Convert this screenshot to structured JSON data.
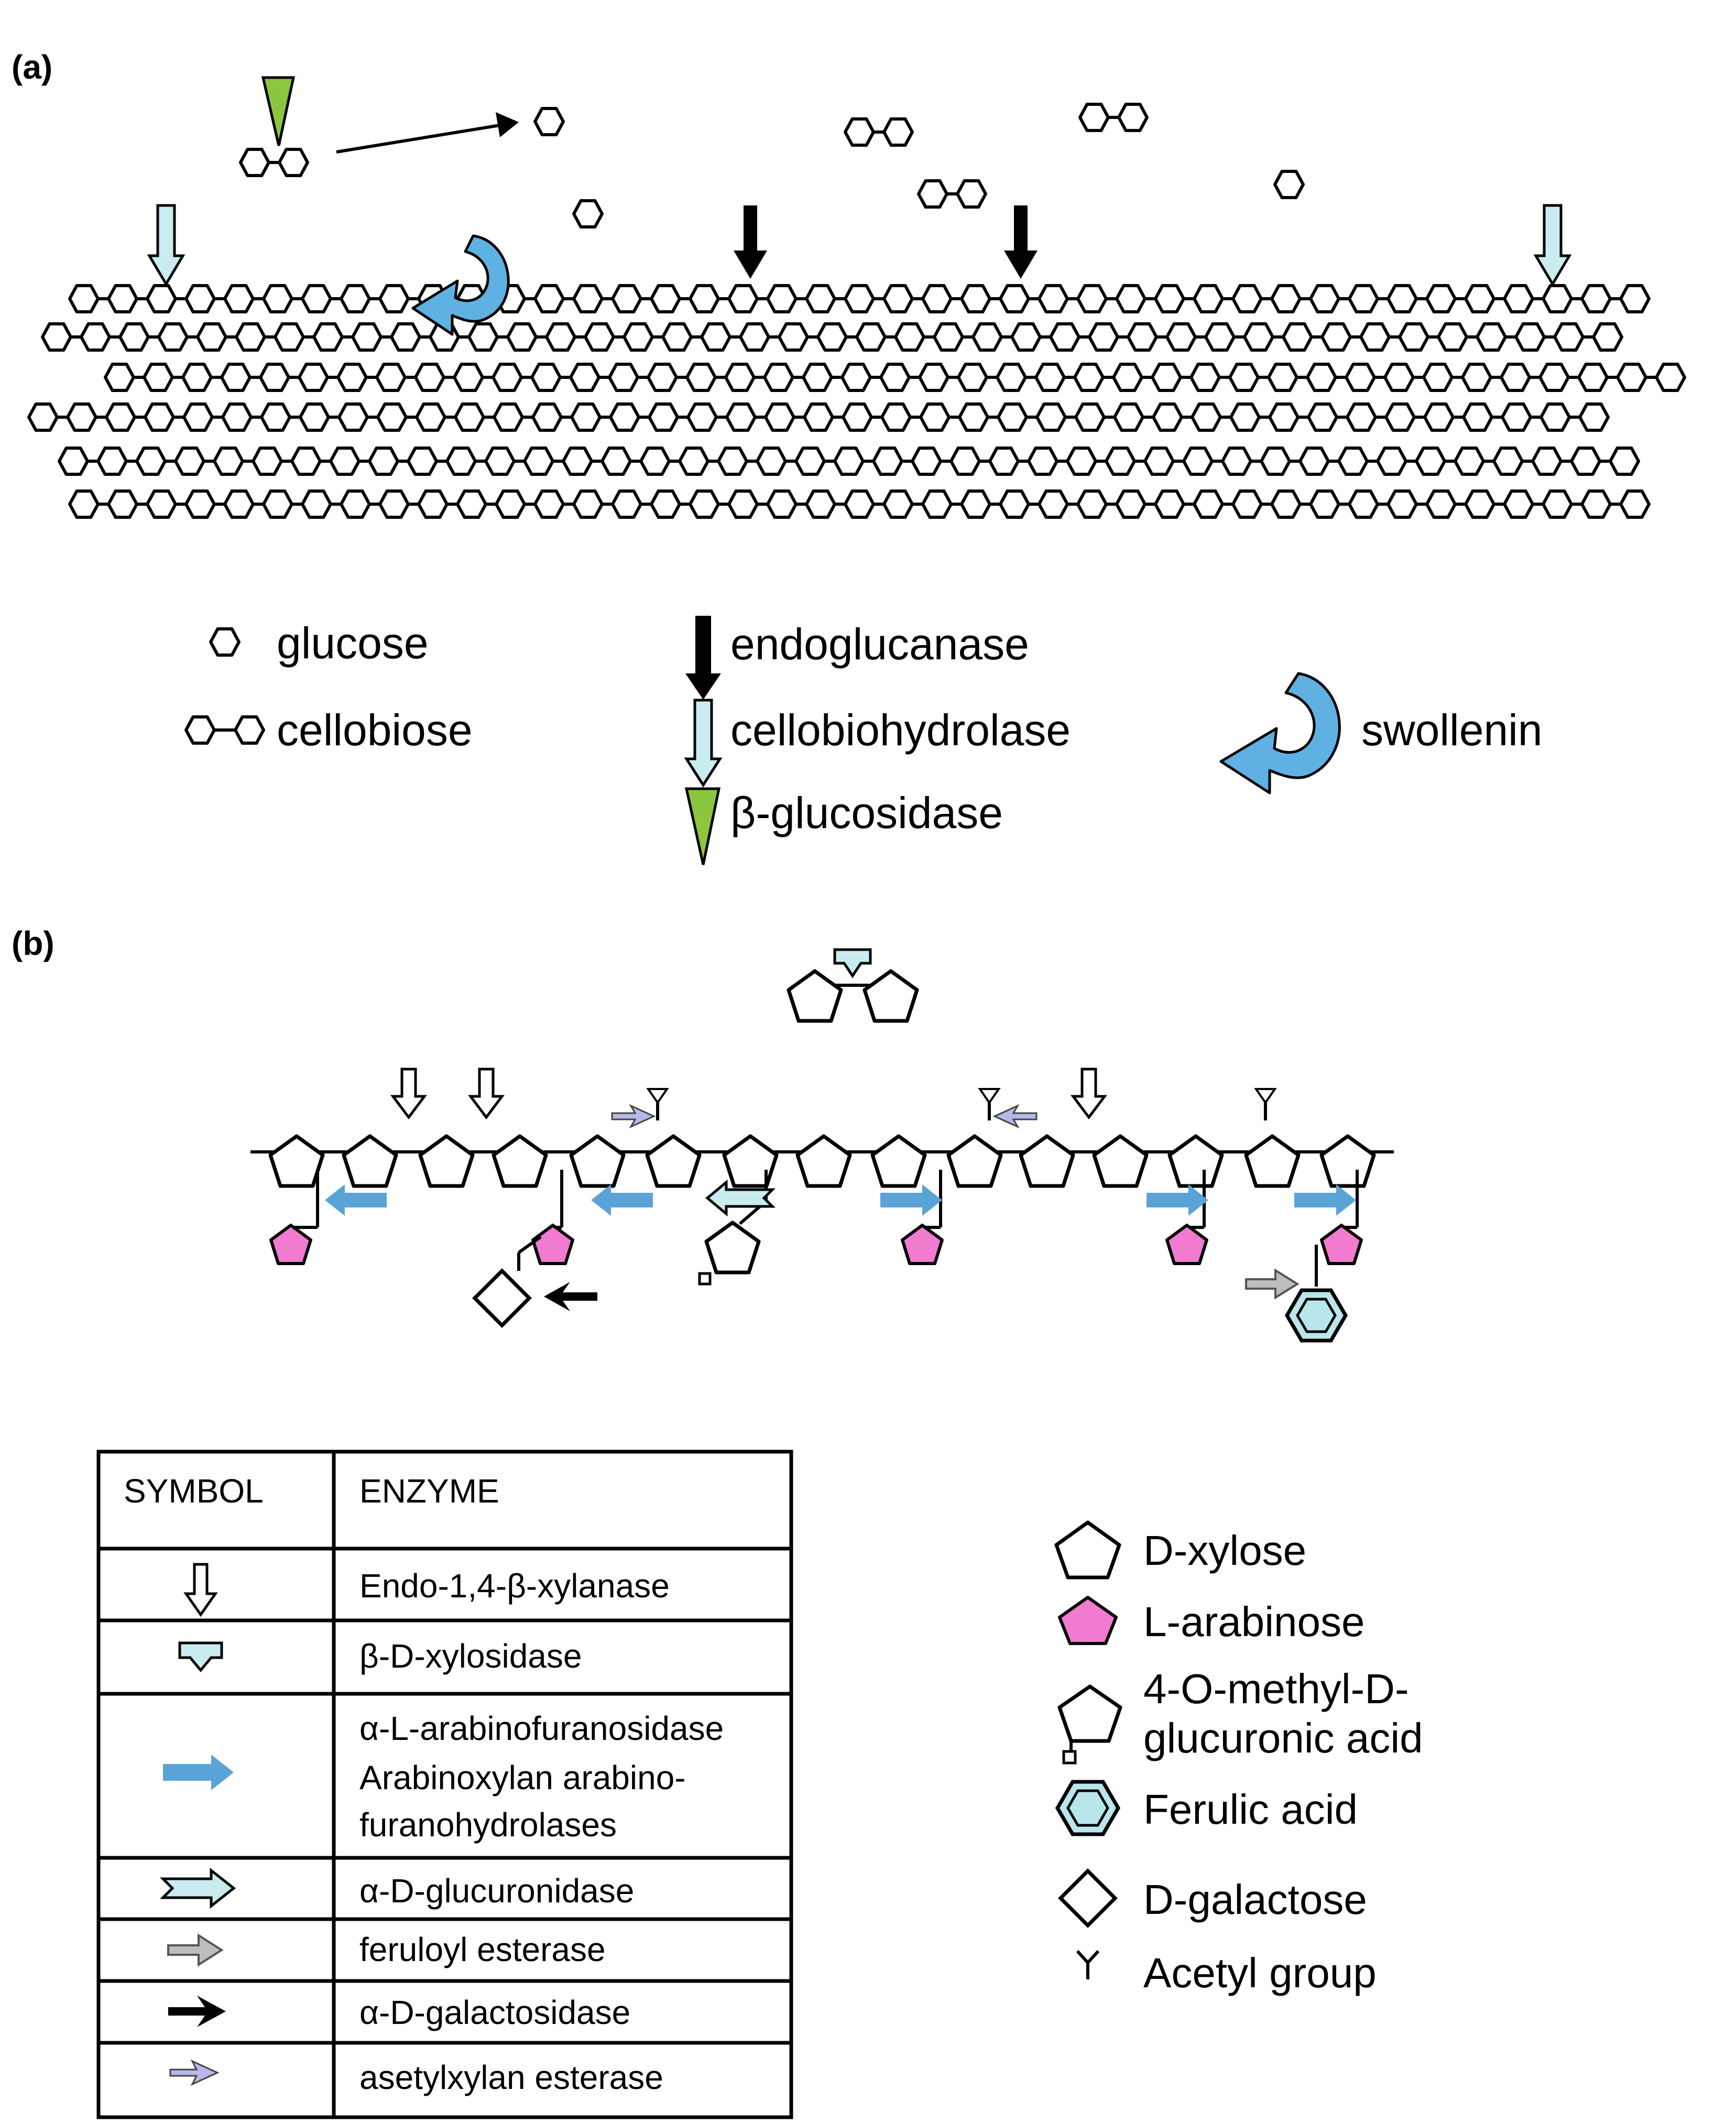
{
  "panel_a": {
    "label": "(a)",
    "legend": {
      "glucose": "glucose",
      "cellobiose": "cellobiose",
      "endoglucanase": "endoglucanase",
      "cellobiohydrolase": "cellobiohydrolase",
      "beta_glucosidase": "β-glucosidase",
      "swollenin": "swollenin"
    }
  },
  "panel_b": {
    "label": "(b)",
    "table": {
      "header_symbol": "SYMBOL",
      "header_enzyme": "ENZYME",
      "rows": [
        {
          "symbol": "endo-xylanase-arrow-icon",
          "lines": [
            "Endo-1,4-β-xylanase"
          ]
        },
        {
          "symbol": "xylosidase-arrow-icon",
          "lines": [
            "β-D-xylosidase"
          ]
        },
        {
          "symbol": "arabinofuranosidase-arrow-icon",
          "lines": [
            "α-L-arabinofuranosidase",
            "Arabinoxylan arabino-",
            "furanohydrolases"
          ]
        },
        {
          "symbol": "glucuronidase-arrow-icon",
          "lines": [
            "α-D-glucuronidase"
          ]
        },
        {
          "symbol": "feruloyl-esterase-arrow-icon",
          "lines": [
            "feruloyl esterase"
          ]
        },
        {
          "symbol": "galactosidase-arrow-icon",
          "lines": [
            "α-D-galactosidase"
          ]
        },
        {
          "symbol": "acetylxylan-esterase-arrow-icon",
          "lines": [
            "asetylxylan esterase"
          ]
        }
      ]
    },
    "legend": {
      "d_xylose": "D-xylose",
      "l_arabinose": "L-arabinose",
      "methyl_glucuronic_1": "4-O-methyl-D-",
      "methyl_glucuronic_2": "glucuronic acid",
      "ferulic_acid": "Ferulic acid",
      "d_galactose": "D-galactose",
      "acetyl_group": "Acetyl group"
    }
  },
  "colors": {
    "light_blue_arrow": "#c9ecf1",
    "swollenin_blue": "#5fb0e3",
    "arabinofuranosidase_blue": "#5aa3d6",
    "beta_glucosidase_green": "#8cc63f",
    "arabinose_pink": "#f07bcf",
    "ferulic_cyan": "#b9e6ec",
    "acetylxylan_lavender": "#b5b8e8",
    "feruloyl_gray": "#bdbdbd"
  }
}
